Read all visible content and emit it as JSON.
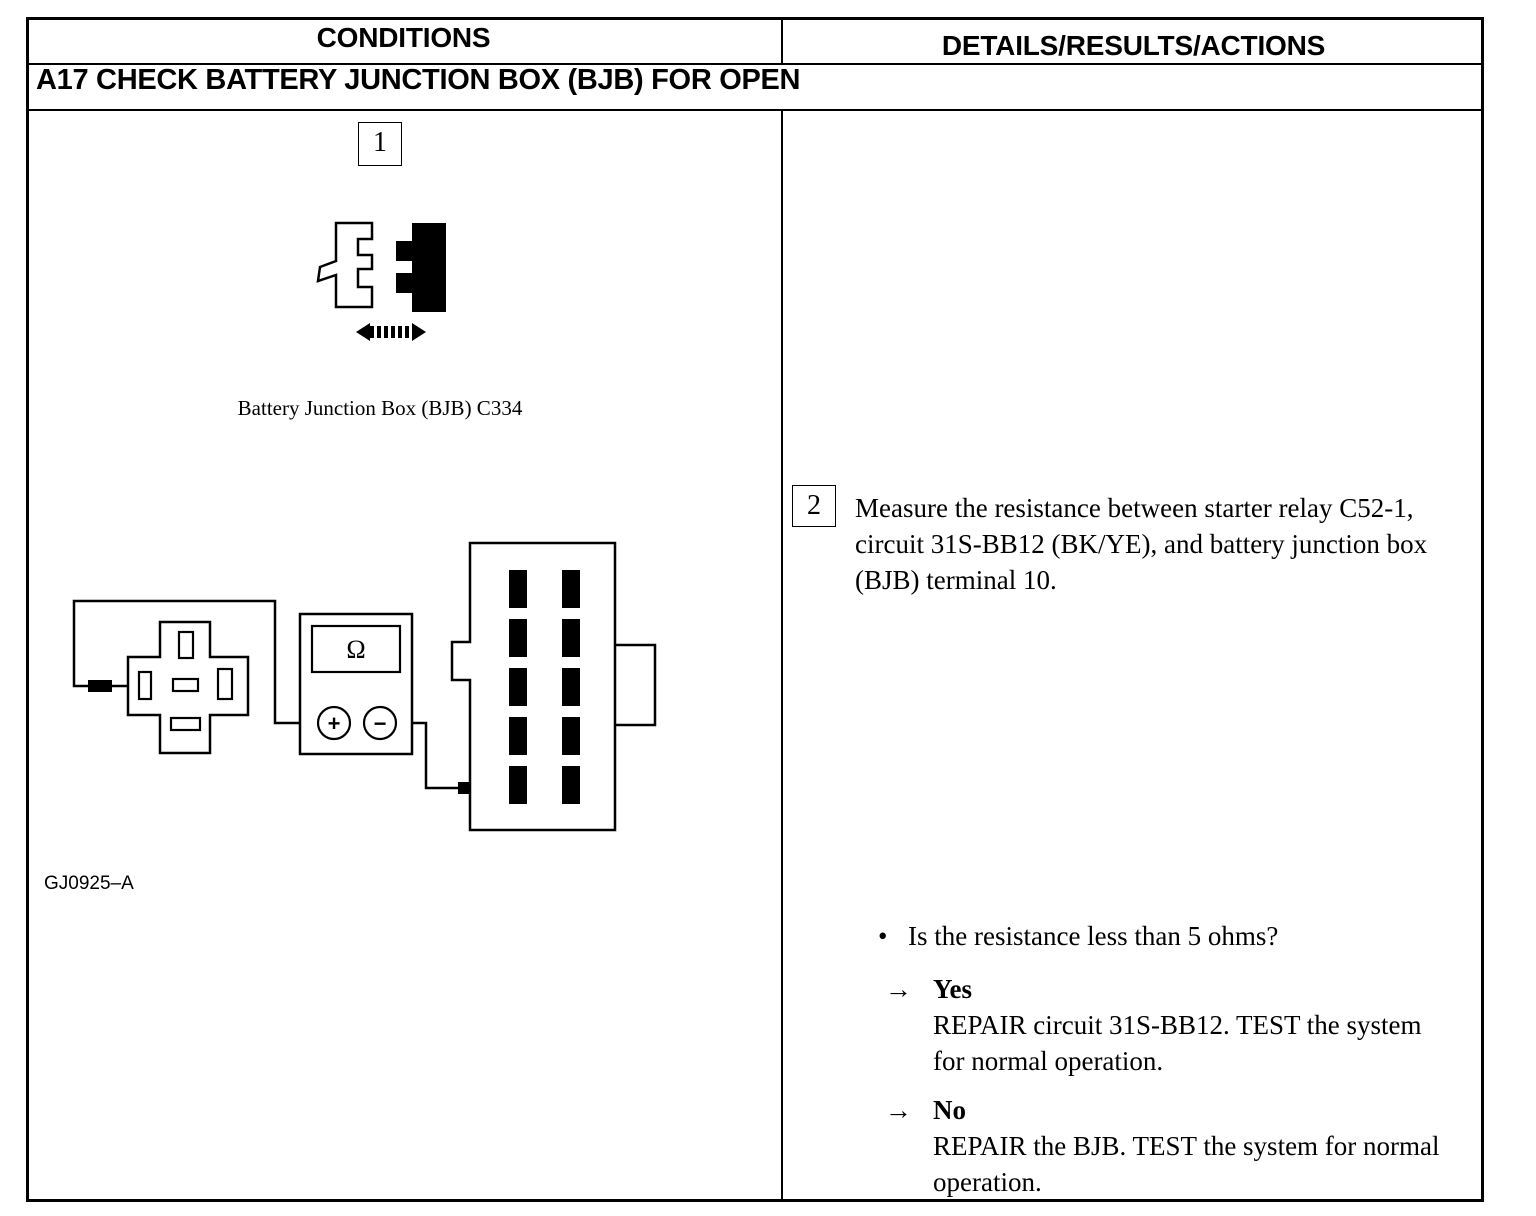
{
  "table": {
    "header_conditions": "CONDITIONS",
    "header_details": "DETAILS/RESULTS/ACTIONS",
    "test_title": "A17 CHECK BATTERY JUNCTION BOX (BJB) FOR OPEN"
  },
  "conditions": {
    "step1_number": "1",
    "step1_caption": "Battery Junction Box (BJB) C334",
    "meter_symbol": "Ω",
    "meter_plus": "+",
    "meter_minus": "−",
    "figure_id": "GJ0925–A"
  },
  "details": {
    "step2_number": "2",
    "step2_text": "Measure the resistance between starter relay C52-1, circuit 31S-BB12 (BK/YE), and battery junction box (BJB) terminal 10.",
    "question_bullet": "•",
    "question": "Is the resistance less than 5 ohms?",
    "answers": [
      {
        "arrow": "→",
        "label": "Yes",
        "action": "REPAIR circuit 31S-BB12. TEST the system for normal operation."
      },
      {
        "arrow": "→",
        "label": "No",
        "action": "REPAIR the BJB. TEST the system for normal operation."
      }
    ]
  }
}
